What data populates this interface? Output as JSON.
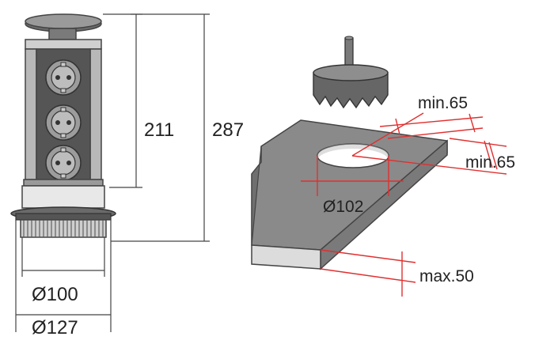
{
  "colors": {
    "line": "#444444",
    "redline": "#e03030",
    "metal_dark": "#5a5a5a",
    "metal_mid": "#8a8a8a",
    "metal_light": "#d0d0d0",
    "counter_top": "#8c8c8c",
    "counter_side": "#d8d8d8",
    "counter_left": "#6f6f6f"
  },
  "icons": [
    "pop-up-socket-tower",
    "hole-saw",
    "countertop-slab"
  ],
  "left_dimensions": {
    "height_inner": "211",
    "height_total": "287",
    "diameter_inner": "Ø100",
    "diameter_outer": "Ø127"
  },
  "right_dimensions": {
    "min_a": "min.65",
    "min_b": "min.65",
    "hole_diameter": "Ø102",
    "max_thickness": "max.50"
  }
}
